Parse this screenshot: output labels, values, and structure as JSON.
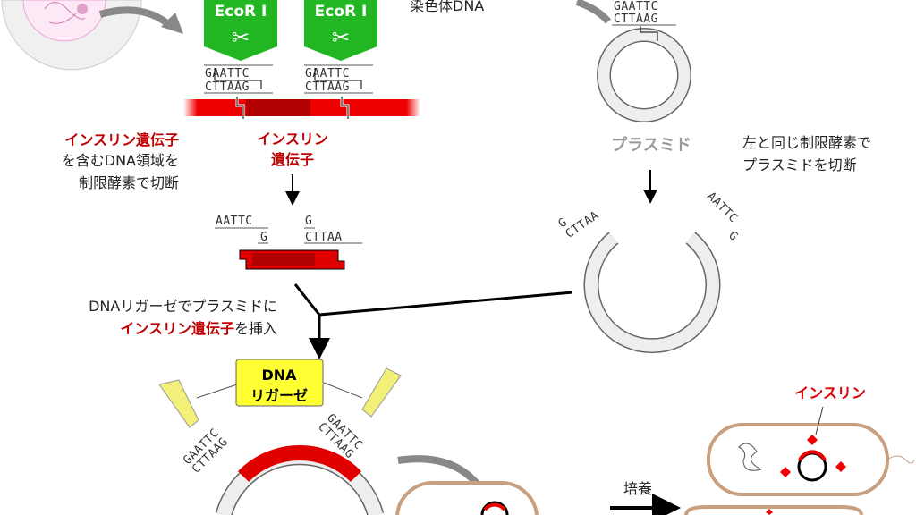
{
  "labels": {
    "chromosome_dna": "染色体DNA",
    "enzyme_1": "EcoR Ⅰ",
    "enzyme_2": "EcoR Ⅰ",
    "seq_top": "GAATTC",
    "seq_bottom": "CTTAAG",
    "frag_left_top": "AATTC",
    "frag_left_bottom": "G",
    "frag_right_top": "G",
    "frag_right_bottom": "CTTAA",
    "left_desc_line1": "インスリン遺伝子",
    "left_desc_line2": "を含むDNA領域を",
    "left_desc_line3": "制限酵素で切断",
    "gene_line1": "インスリン",
    "gene_line2": "遺伝子",
    "plasmid": "プラスミド",
    "right_desc_line1": "左と同じ制限酵素で",
    "right_desc_line2": "プラスミドを切断",
    "insert_desc_line1": "DNAリガーゼでプラスミドに",
    "insert_desc_gene": "インスリン遺伝子",
    "insert_desc_suffix": "を挿入",
    "ligase_line1": "DNA",
    "ligase_line2": "リガーゼ",
    "culture": "培養",
    "insulin": "インスリン"
  },
  "colors": {
    "enzyme_green": "#22b722",
    "gene_red": "#e00000",
    "text_red": "#c00000",
    "ligase_yellow": "#ffff33",
    "bacteria_outline": "#c8a080",
    "plasmid_gray": "#bdbdbd"
  }
}
